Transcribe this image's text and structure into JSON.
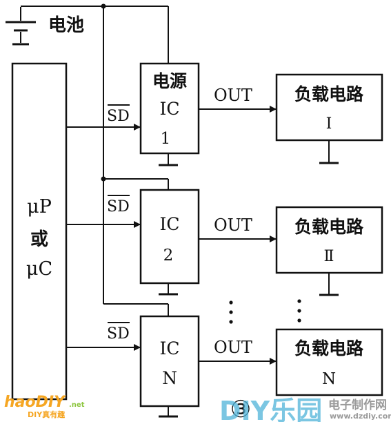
{
  "battery": {
    "label": "电池"
  },
  "controller": {
    "lines": [
      "μP",
      "或",
      "μC"
    ]
  },
  "power_ics": [
    {
      "lines": [
        "电源",
        "IC",
        "1"
      ],
      "sd_label": "SD",
      "out_label": "OUT"
    },
    {
      "lines": [
        "IC",
        "2"
      ],
      "sd_label": "SD",
      "out_label": "OUT"
    },
    {
      "lines": [
        "IC",
        "N"
      ],
      "sd_label": "SD",
      "out_label": "OUT"
    }
  ],
  "loads": [
    {
      "title": "负载电路",
      "index": "I"
    },
    {
      "title": "负载电路",
      "index": "Ⅱ"
    },
    {
      "title": "负载电路",
      "index": "N"
    }
  ],
  "figure_number": "③",
  "watermarks": {
    "left_brand": "haoDIY",
    "left_suffix": ".net",
    "left_sub": "DIY真有趣",
    "center_brand": "DIY乐园",
    "right_title": "电子制作网",
    "right_url": "www.dzdiy.com"
  },
  "colors": {
    "line": "#111111",
    "watermark_orange": "#f5a623",
    "watermark_green": "#8dc63f",
    "watermark_blue": "#4fb3d9",
    "watermark_gray": "#9a9a9a"
  }
}
